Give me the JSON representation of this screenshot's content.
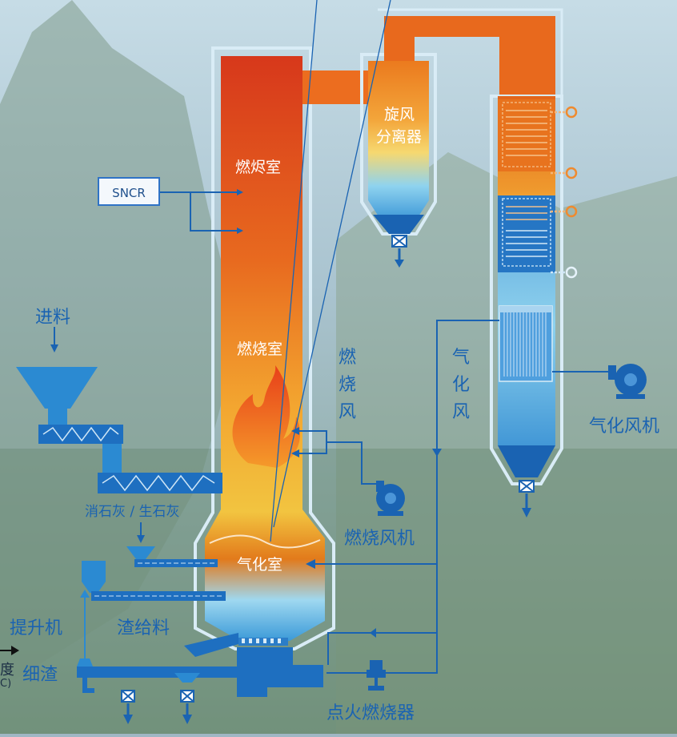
{
  "labels": {
    "burnout_chamber": "燃烬室",
    "combustion_chamber": "燃烧室",
    "gasification_chamber": "气化室",
    "cyclone_line1": "旋风",
    "cyclone_line2": "分离器",
    "sncr": "SNCR",
    "feed": "进料",
    "lime": "消石灰 / 生石灰",
    "elevator": "提升机",
    "slag_feed": "渣给料",
    "fine_slag": "细渣",
    "combustion_air": [
      "燃",
      "烧",
      "风"
    ],
    "gasification_air": [
      "气",
      "化",
      "风"
    ],
    "combustion_fan": "燃烧风机",
    "gasification_fan": "气化风机",
    "ignition_burner": "点火燃烧器",
    "cut_text_1": "度",
    "cut_text_2": "C)"
  },
  "colors": {
    "accent_blue": "#1a63b2",
    "fire_red": "#d8361c",
    "fire_orange": "#ef7f1e",
    "fire_yellow": "#f2c33a",
    "pipe_blue": "#1f74c4",
    "light_blue": "#8fd3ef"
  }
}
